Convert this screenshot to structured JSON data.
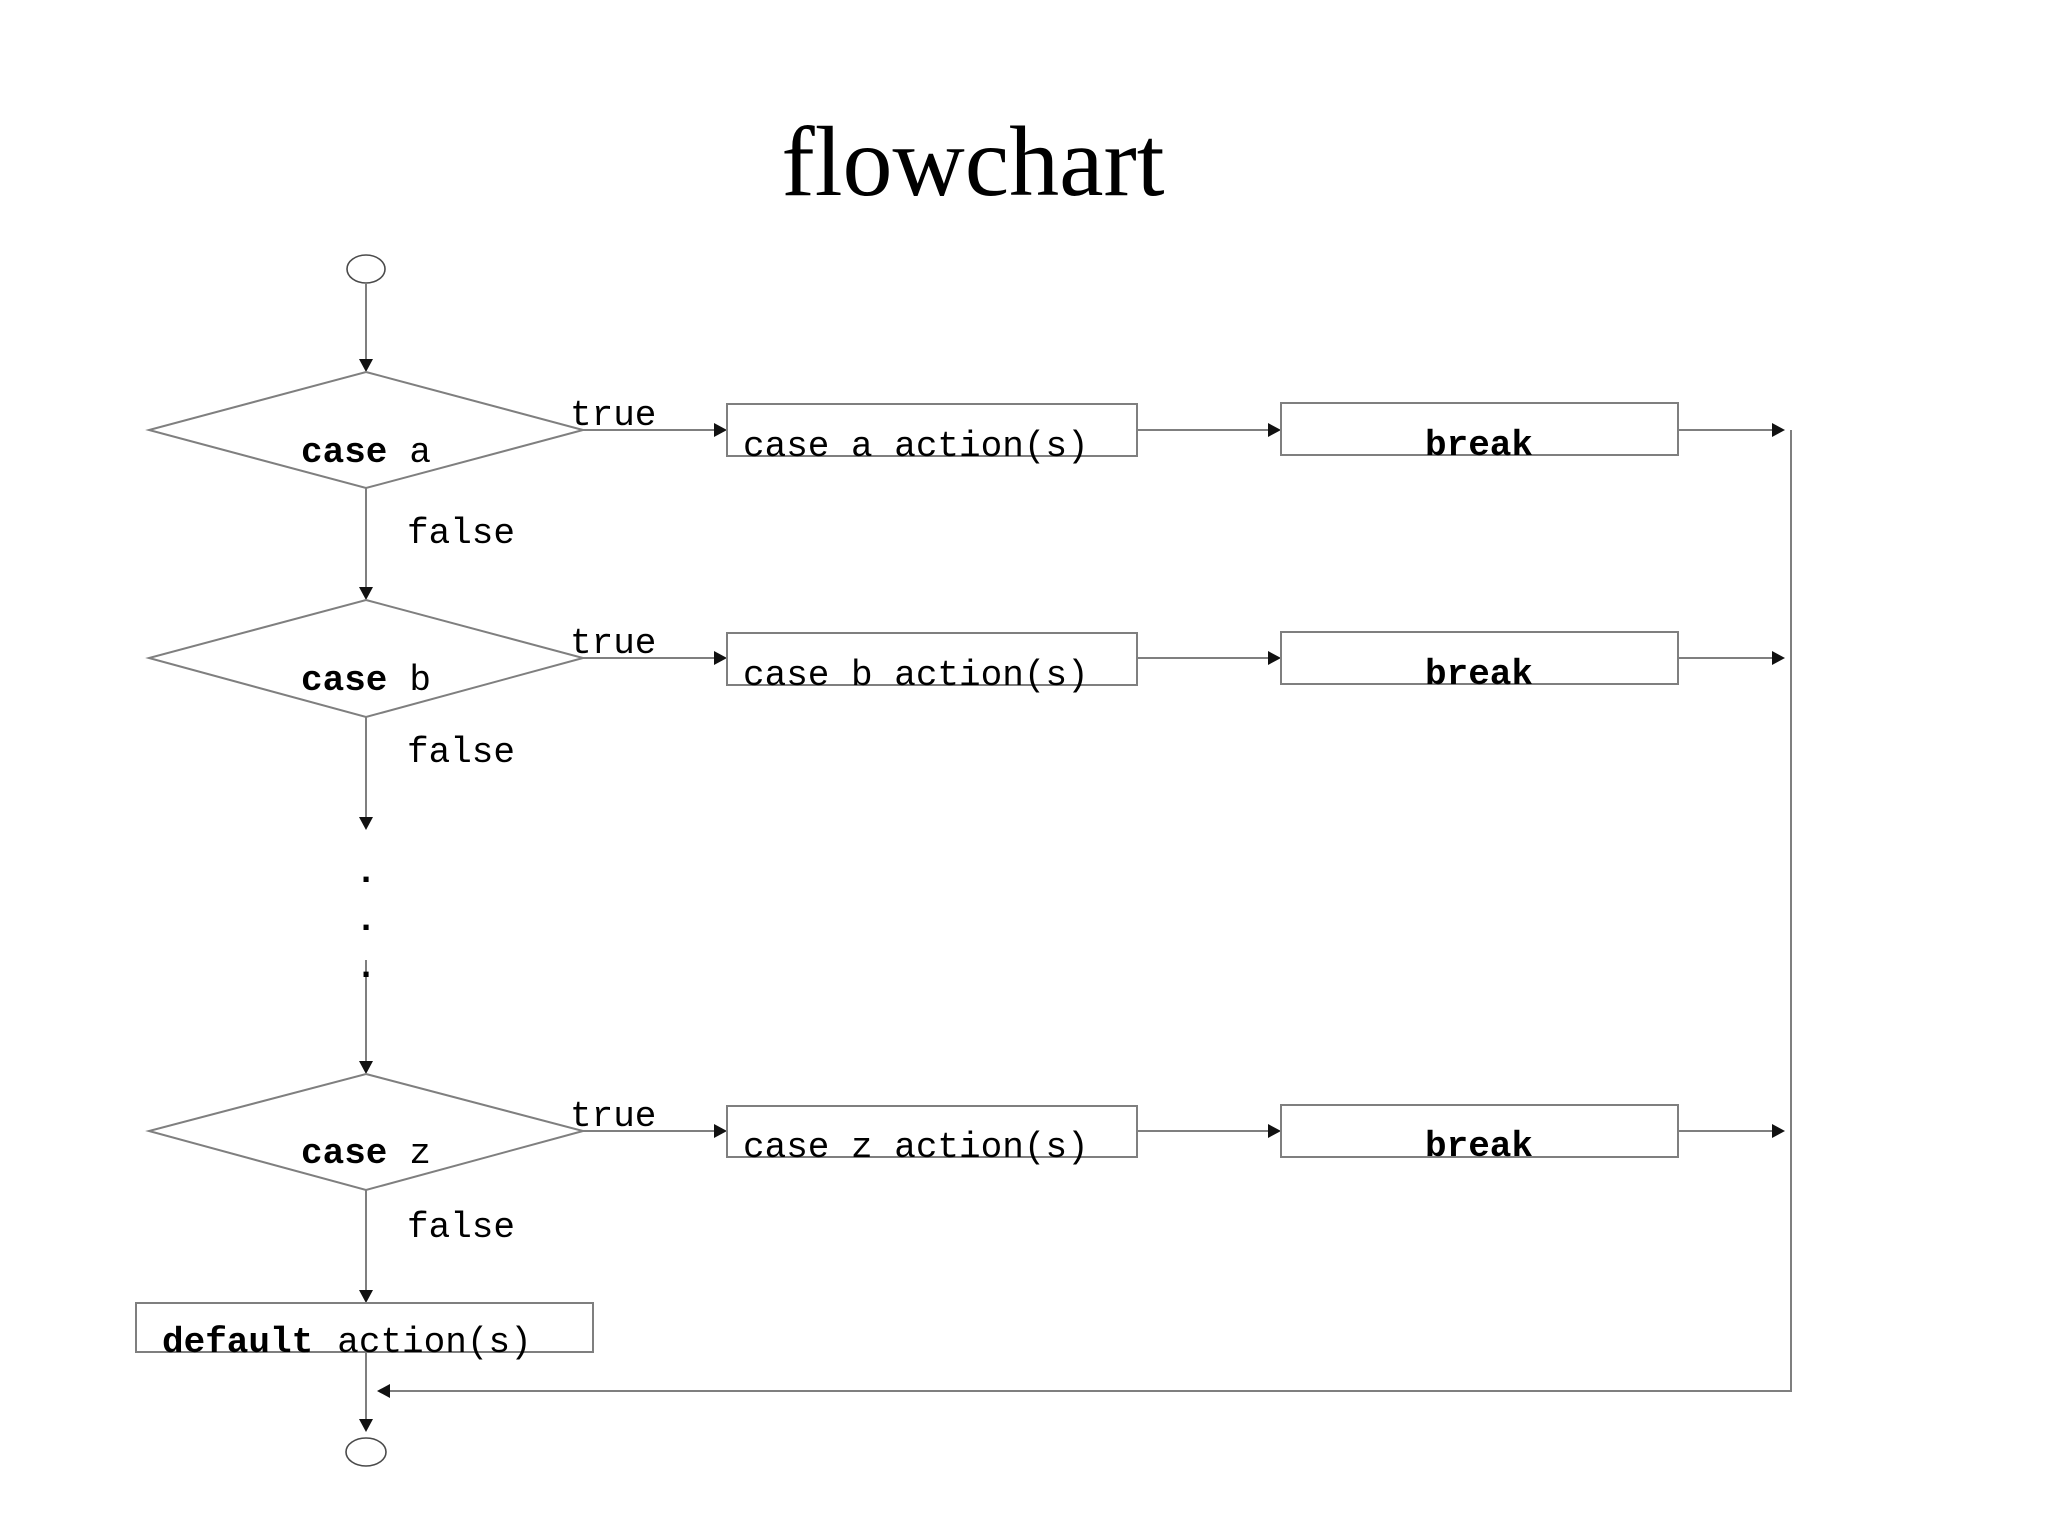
{
  "title": "flowchart",
  "edge_labels": {
    "true_label": "true",
    "false_label": "false"
  },
  "nodes": {
    "case_a": {
      "keyword": "case",
      "operand": "a"
    },
    "case_b": {
      "keyword": "case",
      "operand": "b"
    },
    "case_z": {
      "keyword": "case",
      "operand": "z"
    },
    "action_a": {
      "label": "case a action(s)"
    },
    "action_b": {
      "label": "case b action(s)"
    },
    "action_z": {
      "label": "case z action(s)"
    },
    "break_label": "break",
    "default_node": {
      "keyword": "default",
      "operand": "action(s)"
    },
    "ellipsis_dot": "."
  }
}
